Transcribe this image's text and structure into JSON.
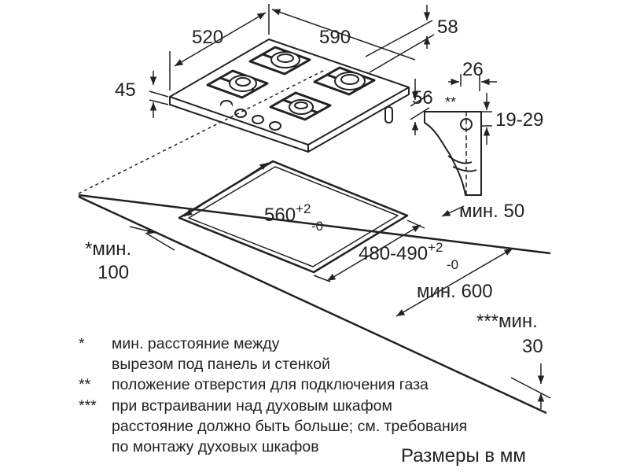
{
  "dimensions": {
    "width": "520",
    "depth": "590",
    "frame_height": "58",
    "glass_height": "45",
    "bracket_width": "26",
    "gas_inlet_mark": "**",
    "worktop_range": "19-29",
    "under_height": "56",
    "cutout_width": "560",
    "cutout_width_tol_plus": "+2",
    "cutout_width_tol_minus": "-0",
    "cutout_depth": "480-490",
    "cutout_depth_tol_plus": "+2",
    "cutout_depth_tol_minus": "-0",
    "min_front": "мин. 50",
    "min_worktop_depth": "мин. 600",
    "min_wall_label": "*мин.",
    "min_wall_value": "100",
    "min_oven_label": "***мин.",
    "min_oven_value": "30"
  },
  "notes": [
    {
      "mark": "*",
      "lines": [
        "мин. расстояние между",
        "вырезом под панель и стенкой"
      ]
    },
    {
      "mark": "**",
      "lines": [
        "положение отверстия для подключения газа"
      ]
    },
    {
      "mark": "***",
      "lines": [
        "при встраивании над духовым шкафом",
        "расстояние должно быть больше; см. требования",
        "по монтажу духовых шкафов"
      ]
    }
  ],
  "units_caption": "Размеры в мм",
  "colors": {
    "ink": "#222222",
    "background": "#ffffff"
  }
}
